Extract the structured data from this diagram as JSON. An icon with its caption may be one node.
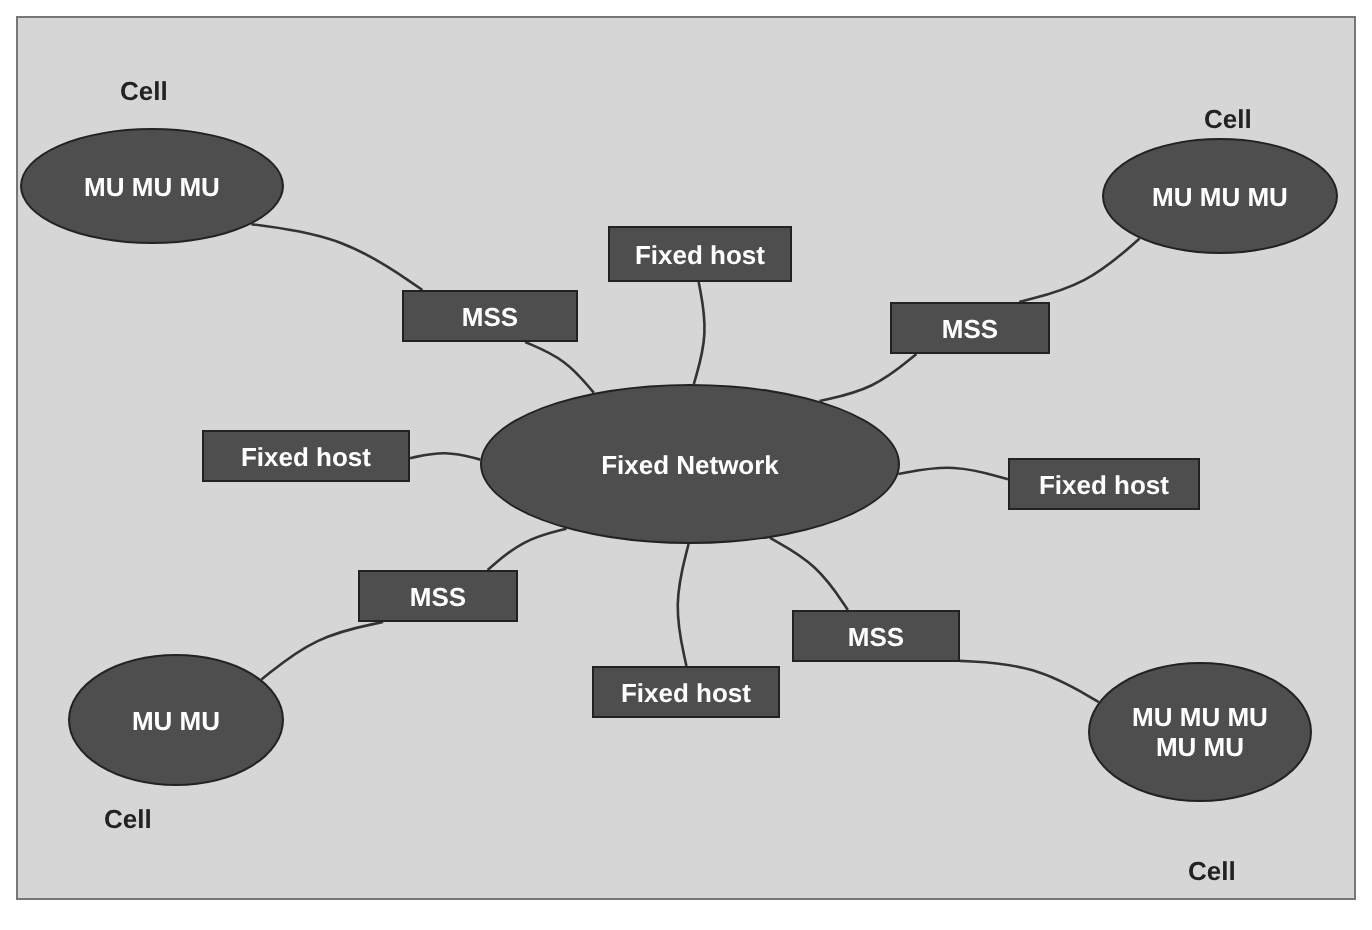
{
  "diagram": {
    "nodes": [
      {
        "text": [
          "MU MU MU"
        ],
        "beside": [
          "Cell"
        ]
      },
      {
        "text": [
          "MU MU MU"
        ],
        "beside": [
          "Cell"
        ]
      },
      {
        "text": [
          "Fixed host"
        ]
      },
      {
        "text": [
          "MSS"
        ]
      },
      {
        "text": [
          "MSS"
        ]
      },
      {
        "text": [
          "Fixed host"
        ]
      },
      {
        "text": [
          "Fixed Network"
        ]
      },
      {
        "text": [
          "Fixed host"
        ]
      },
      {
        "text": [
          "MSS"
        ]
      },
      {
        "text": [
          "MSS"
        ]
      },
      {
        "text": [
          "Fixed host"
        ]
      },
      {
        "text": [
          "MU MU"
        ],
        "beside": [
          "Cell"
        ]
      },
      {
        "text": [
          "MU MU MU MU MU"
        ],
        "beside": [
          "Cell"
        ]
      }
    ],
    "edges": [
      {
        "from": 0,
        "to": 3,
        "arrow": "none"
      },
      {
        "from": 3,
        "to": 6,
        "arrow": "none"
      },
      {
        "from": 1,
        "to": 4,
        "arrow": "none"
      },
      {
        "from": 4,
        "to": 6,
        "arrow": "none"
      },
      {
        "from": 2,
        "to": 6,
        "arrow": "none"
      },
      {
        "from": 5,
        "to": 6,
        "arrow": "none"
      },
      {
        "from": 6,
        "to": 7,
        "arrow": "none"
      },
      {
        "from": 8,
        "to": 6,
        "arrow": "none"
      },
      {
        "from": 11,
        "to": 8,
        "arrow": "none"
      },
      {
        "from": 6,
        "to": 9,
        "arrow": "none"
      },
      {
        "from": 9,
        "to": 12,
        "arrow": "none"
      },
      {
        "from": 10,
        "to": 6,
        "arrow": "none"
      }
    ]
  }
}
